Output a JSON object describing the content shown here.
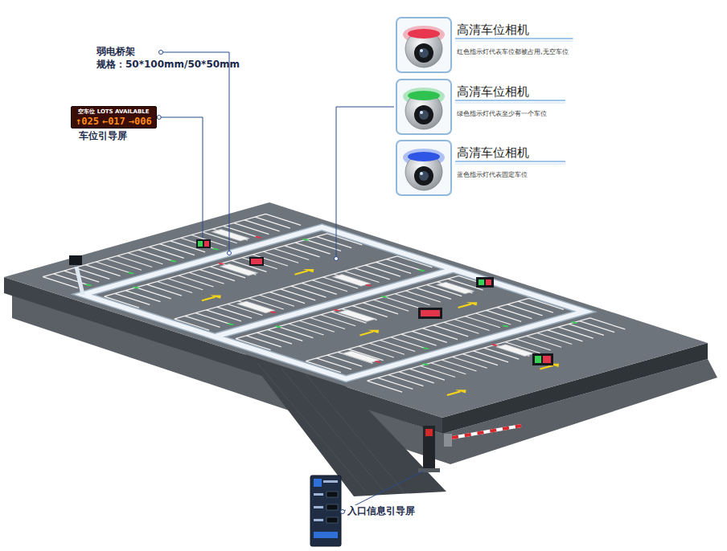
{
  "diagram": {
    "nodes": [
      {
        "text": [
          "高清车位相机",
          "红色指示灯代表车位都被占用,无空车位"
        ]
      },
      {
        "text": [
          "高清车位相机",
          "绿色指示灯代表至少有一个车位"
        ]
      },
      {
        "text": [
          "高清车位相机",
          "蓝色指示灯代表固定车位"
        ]
      },
      {
        "text": [
          "空车位 LOTS AVAILABLE",
          "↑025",
          "←017",
          "→006"
        ]
      }
    ],
    "labels": [
      "弱电桥架",
      "规格：50*100mm/50*50mm",
      "车位引导屏",
      "入口信息引导屏"
    ]
  }
}
